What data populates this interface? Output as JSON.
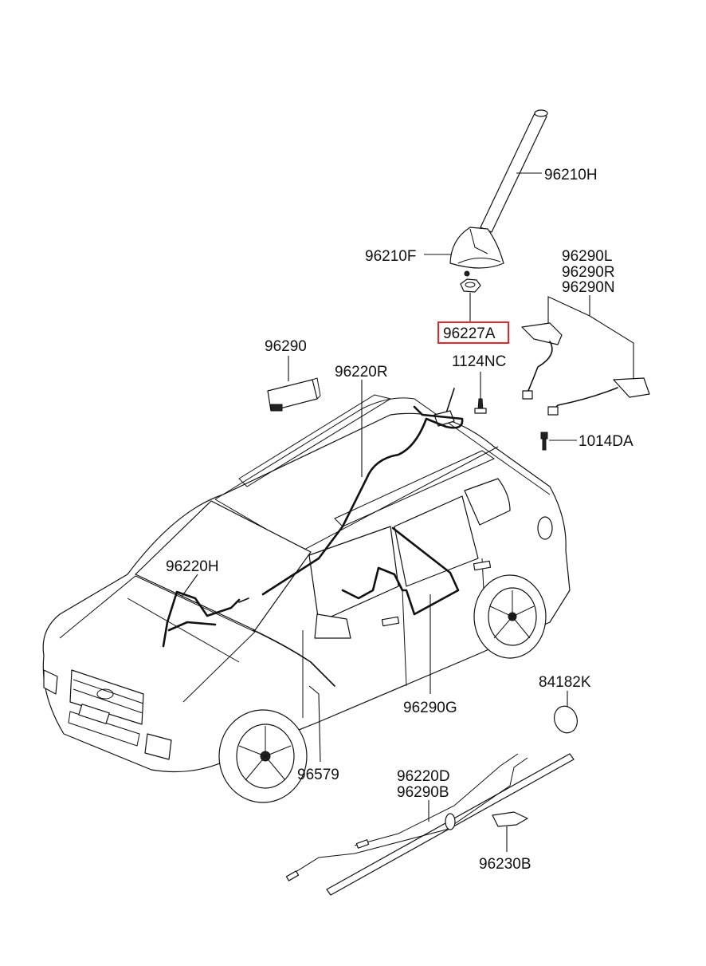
{
  "part_labels": {
    "p96210H": "96210H",
    "p96210F": "96210F",
    "p96290L": "96290L",
    "p96290R": "96290R",
    "p96290N": "96290N",
    "p96227A": "96227A",
    "p1124NC": "1124NC",
    "p1014DA": "1014DA",
    "p96290": "96290",
    "p96220R": "96220R",
    "p96220H": "96220H",
    "p96290G": "96290G",
    "p84182K": "84182K",
    "p96579": "96579",
    "p96220D": "96220D",
    "p96290B": "96290B",
    "p96230B": "96230B"
  },
  "highlighted_part": "96227A",
  "colors": {
    "highlight": "#e0282d",
    "ink": "#111111"
  }
}
